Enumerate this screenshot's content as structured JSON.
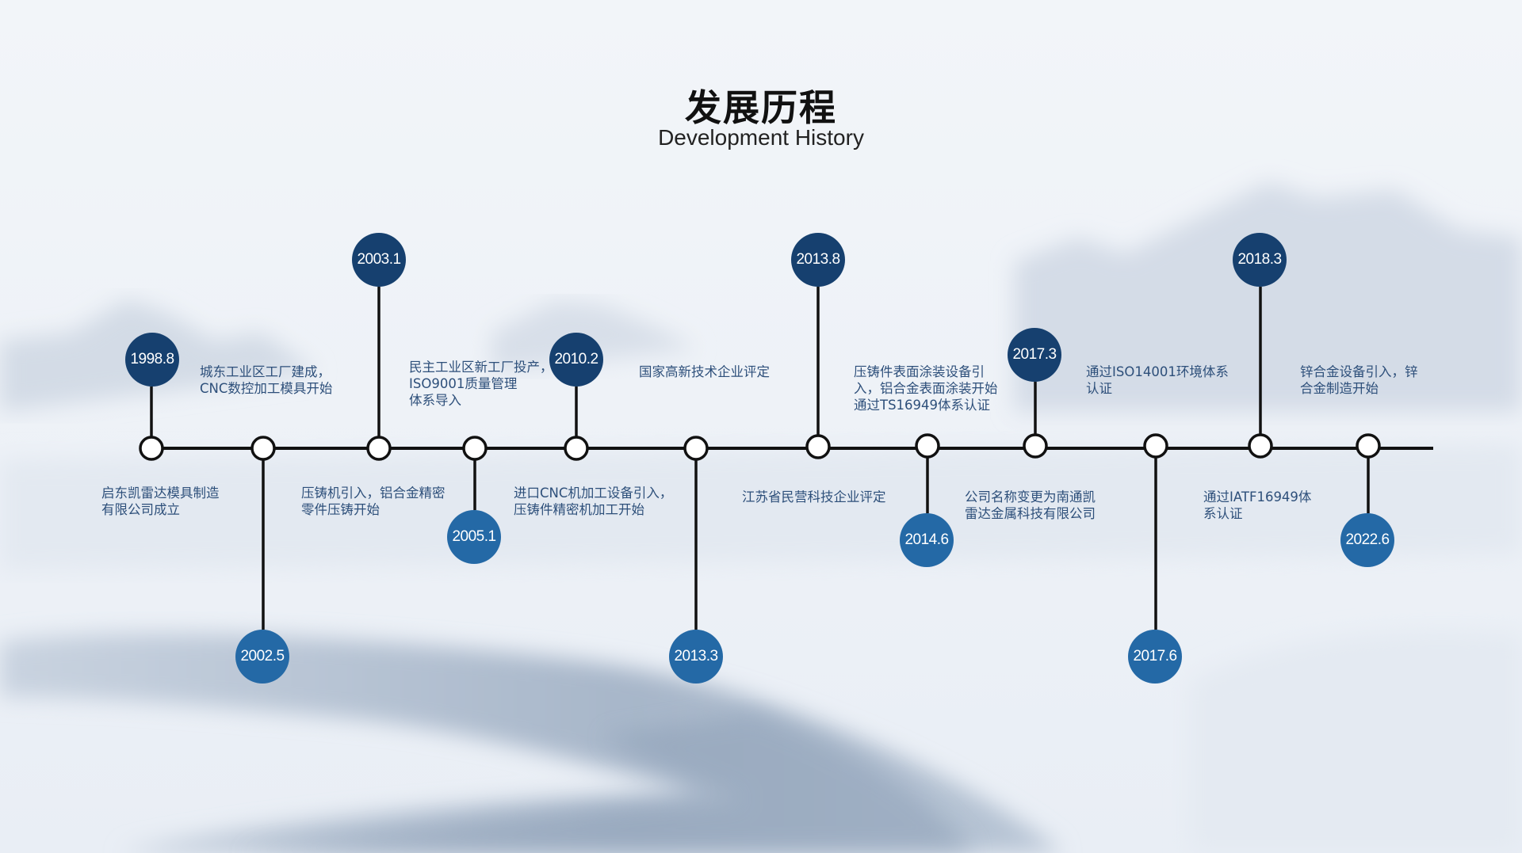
{
  "header": {
    "title_zh": "发展历程",
    "title_en": "Development History"
  },
  "colors": {
    "line": "#111111",
    "badge_dark": "#16406f",
    "badge_light": "#2469a6",
    "text": "#2d4f7a"
  },
  "milestones": [
    {
      "date": "1998.8",
      "desc": "启东凯雷达模具制造\n有限公司成立"
    },
    {
      "date": "2002.5",
      "desc": "城东工业区工厂建成，\nCNC数控加工模具开始"
    },
    {
      "date": "2003.1",
      "desc": "压铸机引入，铝合金精密\n零件压铸开始"
    },
    {
      "date": "2005.1",
      "desc": "民主工业区新工厂投产，\nISO9001质量管理\n体系导入"
    },
    {
      "date": "2010.2",
      "desc": "进口CNC机加工设备引入，\n压铸件精密机加工开始"
    },
    {
      "date": "2013.3",
      "desc": "国家高新技术企业评定"
    },
    {
      "date": "2013.8",
      "desc": "江苏省民营科技企业评定"
    },
    {
      "date": "2014.6",
      "desc": "压铸件表面涂装设备引\n入，铝合金表面涂装开始\n通过TS16949体系认证"
    },
    {
      "date": "2017.3",
      "desc": "公司名称变更为南通凯\n雷达金属科技有限公司"
    },
    {
      "date": "2017.6",
      "desc": "通过ISO14001环境体系\n认证"
    },
    {
      "date": "2018.3",
      "desc": "通过IATF16949体\n系认证"
    },
    {
      "date": "2022.6",
      "desc": "锌合金设备引入，锌\n合金制造开始"
    }
  ]
}
